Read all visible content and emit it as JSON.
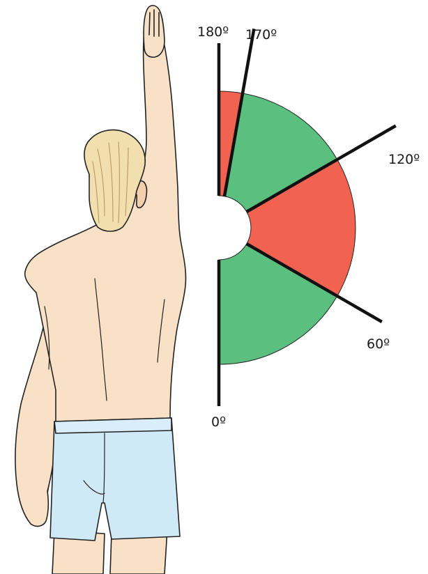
{
  "colors": {
    "painful_arc": "#f26250",
    "pain_free": "#5bbf80",
    "marker_line": "#111111",
    "skin": "#f8e1c6",
    "hair": "#f1dfb0",
    "shorts": "#cfe9f7"
  },
  "angle_labels": {
    "deg_0": "0º",
    "deg_60": "60º",
    "deg_120": "120º",
    "deg_170": "170º",
    "deg_180": "180º"
  },
  "arc_zones": [
    {
      "from_deg": 0,
      "to_deg": 60,
      "zone": "pain_free"
    },
    {
      "from_deg": 60,
      "to_deg": 120,
      "zone": "painful_arc"
    },
    {
      "from_deg": 120,
      "to_deg": 170,
      "zone": "pain_free"
    },
    {
      "from_deg": 170,
      "to_deg": 180,
      "zone": "painful_arc"
    }
  ],
  "icons": {
    "figure": "person-back-view-arm-raised-icon"
  }
}
